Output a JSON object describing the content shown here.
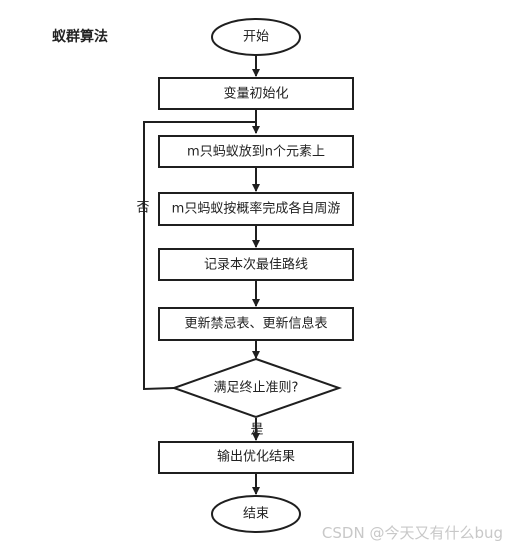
{
  "title": "蚁群算法",
  "nodes": {
    "start": "开始",
    "init": "变量初始化",
    "place": "m只蚂蚁放到n个元素上",
    "tour": "m只蚂蚁按概率完成各自周游",
    "record": "记录本次最佳路线",
    "update": "更新禁忌表、更新信息表",
    "decision": "满足终止准则?",
    "output": "输出优化结果",
    "end": "结束"
  },
  "edge_labels": {
    "no": "否",
    "yes": "是"
  },
  "watermark": "CSDN @今天又有什么bug",
  "colors": {
    "stroke": "#1f1f1f",
    "fill": "#ffffff",
    "text": "#222222",
    "watermark": "#c8c8c8"
  }
}
